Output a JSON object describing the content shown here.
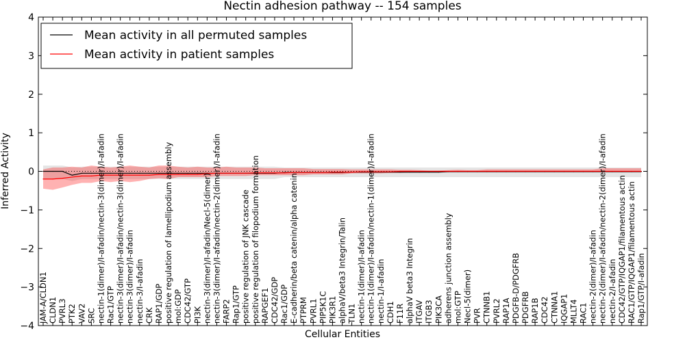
{
  "chart_data": {
    "type": "line",
    "title": "Nectin adhesion pathway -- 154 samples",
    "xlabel": "Cellular Entities",
    "ylabel": "Inferred Activity",
    "ylim": [
      -4,
      4
    ],
    "yticks": [
      -4,
      -3,
      -2,
      -1,
      0,
      1,
      2,
      3,
      4
    ],
    "grid": false,
    "legend_position": "top-left",
    "categories": [
      "JAM-A/CLDN1",
      "CLDN1",
      "PVRL3",
      "PTK2",
      "VAV2",
      "SRC",
      "nectin-1(dimer)/I-afadin/nectin-3(dimer)/I-afadin",
      "Rac1/GTP",
      "nectin-3(dimer)/I-afadin/nectin-3(dimer)/I-afadin",
      "nectin-3(dimer)/I-afadin",
      "nectin-3/I-afadin",
      "CRK",
      "RAP1/GDP",
      "positive regulation of lamellipodium assembly",
      "mol:GDP",
      "CDC42/GTP",
      "PI3K",
      "nectin-3(dimer)/I-afadin/Necl-5(dimer)",
      "nectin-3(dimer)/I-afadin/nectin-2(dimer)/I-afadin",
      "FARP2",
      "Rap1/GTP",
      "positive regulation of JNK cascade",
      "positive regulation of filopodium formation",
      "RAPGEF1",
      "CDC42/GDP",
      "Rac1/GDP",
      "E-cadherin/beta catenin/alpha catenin",
      "PTPRM",
      "PVRL1",
      "PIP5K1C",
      "PIK3R1",
      "alphaV/beta3 Integrin/Talin",
      "TLN1",
      "nectin-1(dimer)/I-afadin",
      "nectin-1(dimer)/I-afadin/nectin-1(dimer)/I-afadin",
      "nectin-1/I-afadin",
      "CDH1",
      "F11R",
      "alphaV beta3 Integrin",
      "ITGAV",
      "ITGB3",
      "PIK3CA",
      "adherens junction assembly",
      "mol:GTP",
      "Necl-5(dimer)",
      "PVR",
      "CTNNB1",
      "PVRL2",
      "RAP1A",
      "PDGFB-D/PDGFRB",
      "PDGFRB",
      "RAP1B",
      "CDC42",
      "CTNNA1",
      "IQGAP1",
      "MLLT4",
      "RAC1",
      "nectin-2(dimer)/I-afadin",
      "nectin-2(dimer)/I-afadin/nectin-2(dimer)/I-afadin",
      "nectin-2/I-afadin",
      "CDC42/GTP/IQGAP1/filamentous actin",
      "RAC1/GTP/IQGAP1/filamentous actin",
      "Rap1/GTP/I-afadin"
    ],
    "series": [
      {
        "name": "Mean activity in all permuted samples",
        "color": "#000000",
        "band_color": "#bfbfbf",
        "values": [
          0.0,
          0.0,
          0.0,
          -0.1,
          -0.05,
          -0.05,
          -0.05,
          -0.05,
          -0.05,
          -0.05,
          -0.05,
          -0.05,
          -0.05,
          -0.05,
          -0.05,
          -0.05,
          -0.05,
          -0.05,
          -0.05,
          -0.05,
          -0.05,
          -0.05,
          -0.05,
          -0.05,
          -0.05,
          -0.03,
          -0.03,
          -0.03,
          -0.03,
          -0.03,
          -0.03,
          -0.03,
          -0.02,
          -0.02,
          -0.02,
          -0.02,
          -0.02,
          -0.02,
          -0.02,
          -0.02,
          -0.02,
          -0.02,
          -0.01,
          -0.01,
          -0.01,
          -0.01,
          -0.01,
          -0.01,
          -0.01,
          -0.01,
          -0.01,
          -0.01,
          -0.01,
          -0.01,
          -0.01,
          -0.01,
          -0.01,
          -0.01,
          -0.01,
          -0.01,
          -0.01,
          -0.01,
          -0.01
        ],
        "lower": [
          -0.2,
          -0.2,
          -0.2,
          -0.25,
          -0.2,
          -0.2,
          -0.2,
          -0.2,
          -0.2,
          -0.2,
          -0.2,
          -0.2,
          -0.2,
          -0.2,
          -0.2,
          -0.2,
          -0.2,
          -0.2,
          -0.2,
          -0.2,
          -0.2,
          -0.2,
          -0.2,
          -0.2,
          -0.2,
          -0.15,
          -0.15,
          -0.15,
          -0.15,
          -0.15,
          -0.15,
          -0.15,
          -0.15,
          -0.15,
          -0.15,
          -0.15,
          -0.15,
          -0.15,
          -0.15,
          -0.15,
          -0.15,
          -0.15,
          -0.15,
          -0.15,
          -0.15,
          -0.15,
          -0.15,
          -0.15,
          -0.15,
          -0.15,
          -0.15,
          -0.15,
          -0.15,
          -0.15,
          -0.15,
          -0.15,
          -0.15,
          -0.15,
          -0.15,
          -0.15,
          -0.15,
          -0.15,
          -0.15
        ],
        "upper": [
          0.15,
          0.15,
          0.15,
          0.1,
          0.12,
          0.12,
          0.12,
          0.12,
          0.12,
          0.12,
          0.12,
          0.12,
          0.12,
          0.12,
          0.12,
          0.12,
          0.12,
          0.12,
          0.12,
          0.12,
          0.12,
          0.12,
          0.12,
          0.12,
          0.12,
          0.1,
          0.1,
          0.1,
          0.1,
          0.1,
          0.1,
          0.1,
          0.1,
          0.1,
          0.1,
          0.1,
          0.1,
          0.1,
          0.1,
          0.1,
          0.1,
          0.1,
          0.1,
          0.1,
          0.1,
          0.1,
          0.1,
          0.1,
          0.1,
          0.1,
          0.1,
          0.1,
          0.1,
          0.1,
          0.1,
          0.1,
          0.1,
          0.1,
          0.1,
          0.1,
          0.1,
          0.1,
          0.1
        ]
      },
      {
        "name": "Mean activity in patient samples",
        "color": "#ff0000",
        "band_color": "#ff0000",
        "values": [
          -0.2,
          -0.2,
          -0.18,
          -0.15,
          -0.12,
          -0.12,
          -0.1,
          -0.1,
          -0.1,
          -0.1,
          -0.1,
          -0.1,
          -0.08,
          -0.08,
          -0.08,
          -0.08,
          -0.08,
          -0.06,
          -0.05,
          -0.05,
          -0.05,
          -0.05,
          -0.04,
          -0.04,
          -0.04,
          -0.04,
          -0.03,
          -0.03,
          -0.03,
          -0.03,
          -0.02,
          -0.02,
          -0.02,
          -0.01,
          -0.01,
          -0.01,
          -0.01,
          0.0,
          0.0,
          0.0,
          0.0,
          0.0,
          0.0,
          0.0,
          0.0,
          0.0,
          0.0,
          0.0,
          0.0,
          0.0,
          0.0,
          0.0,
          0.0,
          0.0,
          0.0,
          0.0,
          0.0,
          0.0,
          0.0,
          0.0,
          0.0,
          0.0,
          0.0
        ],
        "lower": [
          -0.45,
          -0.48,
          -0.42,
          -0.35,
          -0.3,
          -0.3,
          -0.25,
          -0.28,
          -0.25,
          -0.28,
          -0.25,
          -0.2,
          -0.18,
          -0.2,
          -0.15,
          -0.15,
          -0.15,
          -0.15,
          -0.12,
          -0.12,
          -0.12,
          -0.12,
          -0.1,
          -0.1,
          -0.1,
          -0.1,
          -0.1,
          -0.1,
          -0.08,
          -0.08,
          -0.08,
          -0.08,
          -0.05,
          -0.05,
          -0.05,
          -0.05,
          -0.04,
          -0.04,
          -0.03,
          -0.03,
          -0.02,
          -0.02,
          -0.02,
          -0.02,
          -0.02,
          -0.02,
          -0.02,
          -0.02,
          -0.02,
          -0.02,
          -0.02,
          -0.02,
          -0.02,
          -0.02,
          -0.02,
          -0.02,
          -0.02,
          -0.02,
          -0.02,
          -0.02,
          -0.02,
          -0.02,
          -0.02
        ],
        "upper": [
          0.05,
          0.1,
          0.1,
          0.12,
          0.1,
          0.15,
          0.12,
          0.1,
          0.12,
          0.15,
          0.12,
          0.1,
          0.15,
          0.15,
          0.12,
          0.1,
          0.12,
          0.1,
          0.1,
          0.12,
          0.1,
          0.1,
          0.1,
          0.08,
          0.08,
          0.08,
          0.08,
          0.08,
          0.06,
          0.06,
          0.06,
          0.06,
          0.05,
          0.05,
          0.05,
          0.05,
          0.05,
          0.04,
          0.04,
          0.03,
          0.02,
          0.02,
          0.03,
          0.04,
          0.03,
          0.03,
          0.05,
          0.05,
          0.05,
          0.05,
          0.05,
          0.05,
          0.05,
          0.05,
          0.05,
          0.05,
          0.05,
          0.05,
          0.08,
          0.08,
          0.08,
          0.08,
          0.08
        ]
      }
    ]
  }
}
